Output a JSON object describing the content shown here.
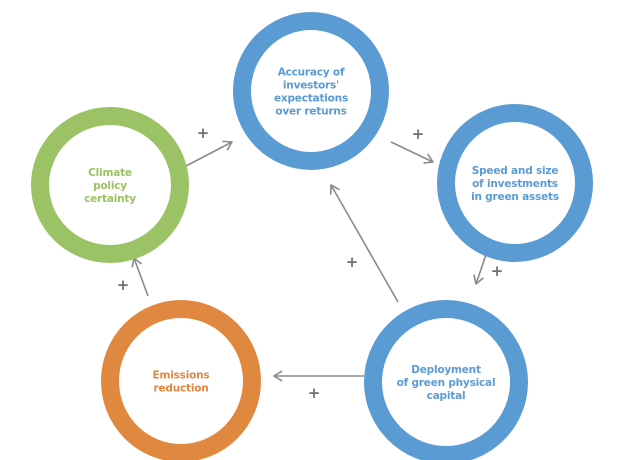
{
  "diagram": {
    "type": "causal-loop",
    "colors": {
      "blue": "#5B9BD3",
      "green": "#9BC265",
      "orange": "#E08840",
      "arrow": "#8A8A8A",
      "sign": "#707070"
    },
    "nodes": [
      {
        "id": "accuracy",
        "color": "blue",
        "lines": [
          "Accuracy of",
          "investors'",
          "expectations",
          "over returns"
        ]
      },
      {
        "id": "speed",
        "color": "blue",
        "lines": [
          "Speed and size",
          "of investments",
          "in green assets"
        ]
      },
      {
        "id": "deployment",
        "color": "blue",
        "lines": [
          "Deployment",
          "of green physical",
          "capital"
        ]
      },
      {
        "id": "emissions",
        "color": "orange",
        "lines": [
          "Emissions",
          "reduction"
        ]
      },
      {
        "id": "climate",
        "color": "green",
        "lines": [
          "Climate",
          "policy",
          "certainty"
        ]
      }
    ],
    "edges": [
      {
        "from": "climate",
        "to": "accuracy",
        "sign": "+"
      },
      {
        "from": "accuracy",
        "to": "speed",
        "sign": "+"
      },
      {
        "from": "speed",
        "to": "deployment",
        "sign": "+"
      },
      {
        "from": "deployment",
        "to": "accuracy",
        "sign": "+"
      },
      {
        "from": "deployment",
        "to": "emissions",
        "sign": "+"
      },
      {
        "from": "emissions",
        "to": "climate",
        "sign": "+"
      }
    ]
  }
}
